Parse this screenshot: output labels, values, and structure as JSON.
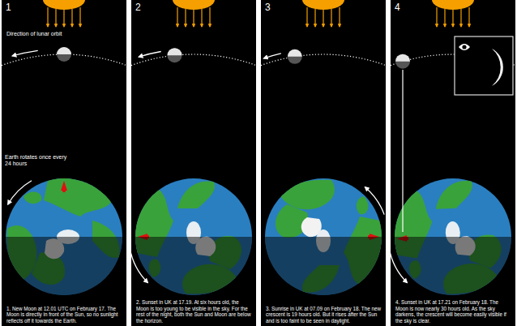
{
  "diagram": {
    "nodes": [
      {
        "text": [
          "1",
          "1. New Moon at 12.01 UTC on February 17. The Moon is directly in front of the Sun, so no sunlight reflects off it towards the Earth."
        ]
      },
      {
        "text": [
          "2",
          "2. Sunset in UK at 17.19. At six hours old, the Moon is too young to be visible in the sky. For the rest of the night, both the Sun and Moon are below the horizon."
        ]
      },
      {
        "text": [
          "3",
          "3. Sunrise in UK at 07.09 on February 18. The new crescent is 19 hours old. But it rises after the Sun and is too faint to be seen in daylight."
        ]
      },
      {
        "text": [
          "4",
          "4. Sunset in UK at 17.21 on February 18. The Moon is now nearly 30 hours old. As the sky darkens, the crescent will become easily visible if the sky is clear."
        ]
      }
    ],
    "labels": [
      "Direction of lunar orbit",
      "Earth rotates once every 24 hours"
    ]
  }
}
